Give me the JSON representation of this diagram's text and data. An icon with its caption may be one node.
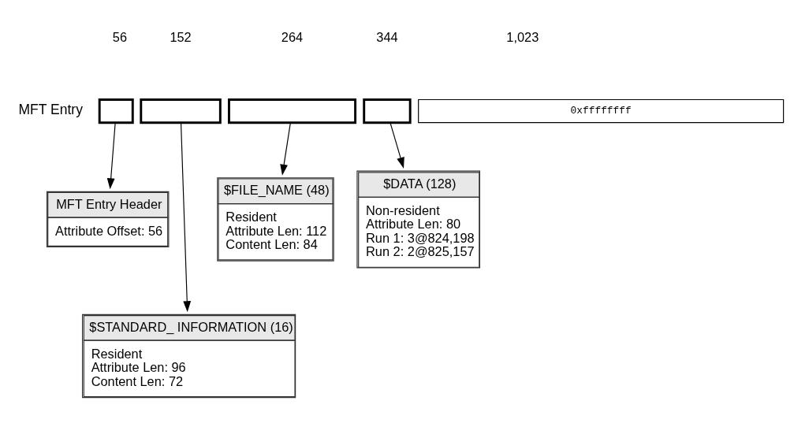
{
  "diagram": {
    "nodes": [
      {
        "text": [],
        "shape": "box"
      },
      {
        "text": [],
        "shape": "box"
      },
      {
        "text": [],
        "shape": "box"
      },
      {
        "text": [],
        "shape": "box"
      },
      {
        "text": [
          "0xffffffff"
        ]
      },
      {
        "text": [
          "MFT Entry Header",
          "Attribute Offset: 56"
        ]
      },
      {
        "text": [
          "$STANDARD_ INFORMATION (16)",
          "Resident",
          "Attribute Len: 96",
          "Content Len: 72"
        ]
      },
      {
        "text": [
          "$FILE_NAME (48)",
          "Resident",
          "Attribute Len: 112",
          "Content Len: 84"
        ]
      },
      {
        "text": [
          "$DATA (128)",
          "Non-resident",
          "Attribute Len: 80",
          "Run 1: 3@824,198",
          "Run 2: 2@825,157"
        ]
      }
    ],
    "edges": [
      {
        "from": 0,
        "to": 5,
        "arrow": "to"
      },
      {
        "from": 1,
        "to": 6,
        "arrow": "to"
      },
      {
        "from": 2,
        "to": 7,
        "arrow": "to"
      },
      {
        "from": 3,
        "to": 8,
        "arrow": "to"
      }
    ],
    "labels": [
      "56",
      "152",
      "264",
      "344",
      "1,023",
      "MFT Entry"
    ]
  }
}
